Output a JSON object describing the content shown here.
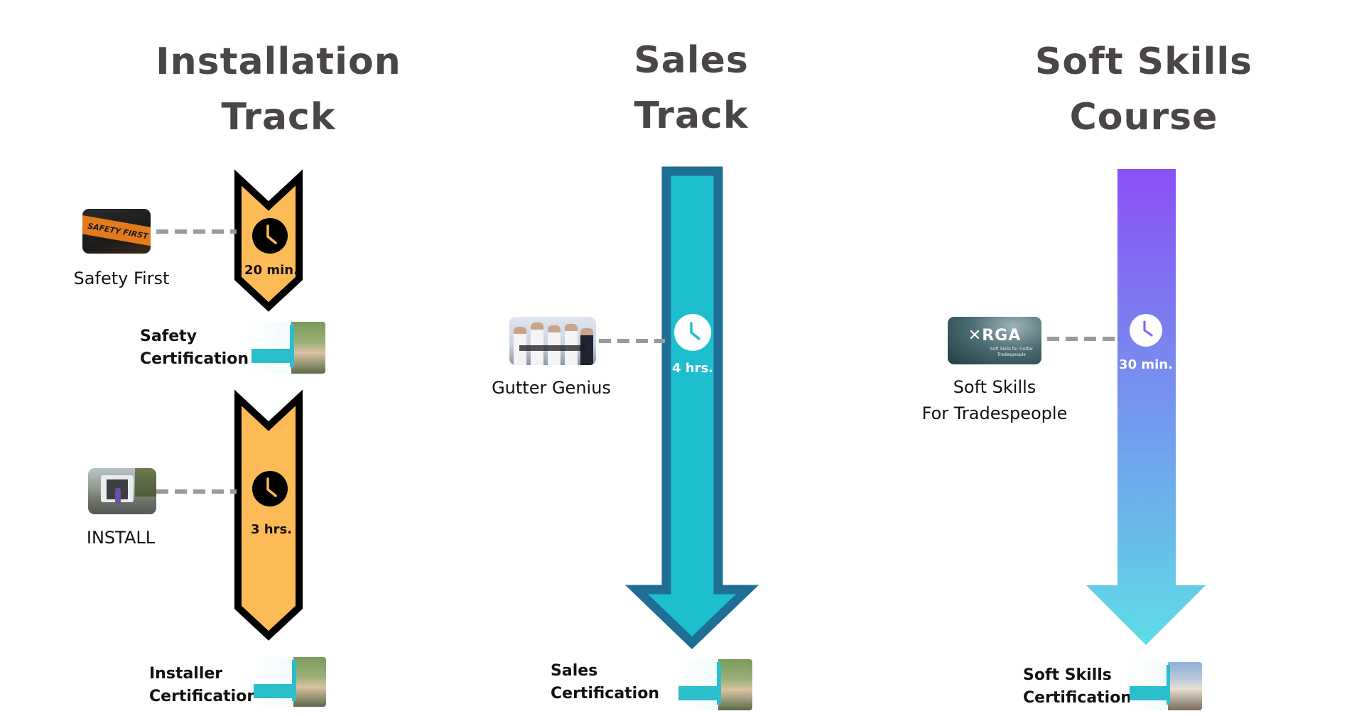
{
  "tracks": [
    {
      "id": "installation",
      "title_line1": "Installation",
      "title_line2": "Track",
      "modules": [
        {
          "label": "Safety First",
          "duration": "20 min.",
          "thumb_text": "SAFETY FIRST"
        },
        {
          "label": "INSTALL",
          "duration": "3 hrs."
        }
      ],
      "certifications": [
        {
          "line1": "Safety",
          "line2": "Certification"
        },
        {
          "line1": "Installer",
          "line2": "Certification"
        }
      ]
    },
    {
      "id": "sales",
      "title_line1": "Sales",
      "title_line2": "Track",
      "modules": [
        {
          "label": "Gutter Genius",
          "duration": "4 hrs."
        }
      ],
      "certifications": [
        {
          "line1": "Sales",
          "line2": "Certification"
        }
      ]
    },
    {
      "id": "soft-skills",
      "title_line1": "Soft Skills",
      "title_line2": "Course",
      "modules": [
        {
          "label_line1": "Soft Skills",
          "label_line2": "For Tradespeople",
          "duration": "30 min.",
          "thumb_logo": "RGA",
          "thumb_caption": "Soft Skills for Gutter Tradespeople"
        }
      ],
      "certifications": [
        {
          "line1": "Soft Skills",
          "line2": "Certification"
        }
      ]
    }
  ],
  "colors": {
    "title": "#4a4546",
    "chevron_fill": "#fdbb58",
    "chevron_stroke": "#000000",
    "sales_arrow_fill": "#1dbece",
    "sales_arrow_stroke": "#1f6f94",
    "soft_gradient_top": "#8a50f5",
    "soft_gradient_bottom": "#5edce6",
    "connector": "#9a9a9a"
  }
}
